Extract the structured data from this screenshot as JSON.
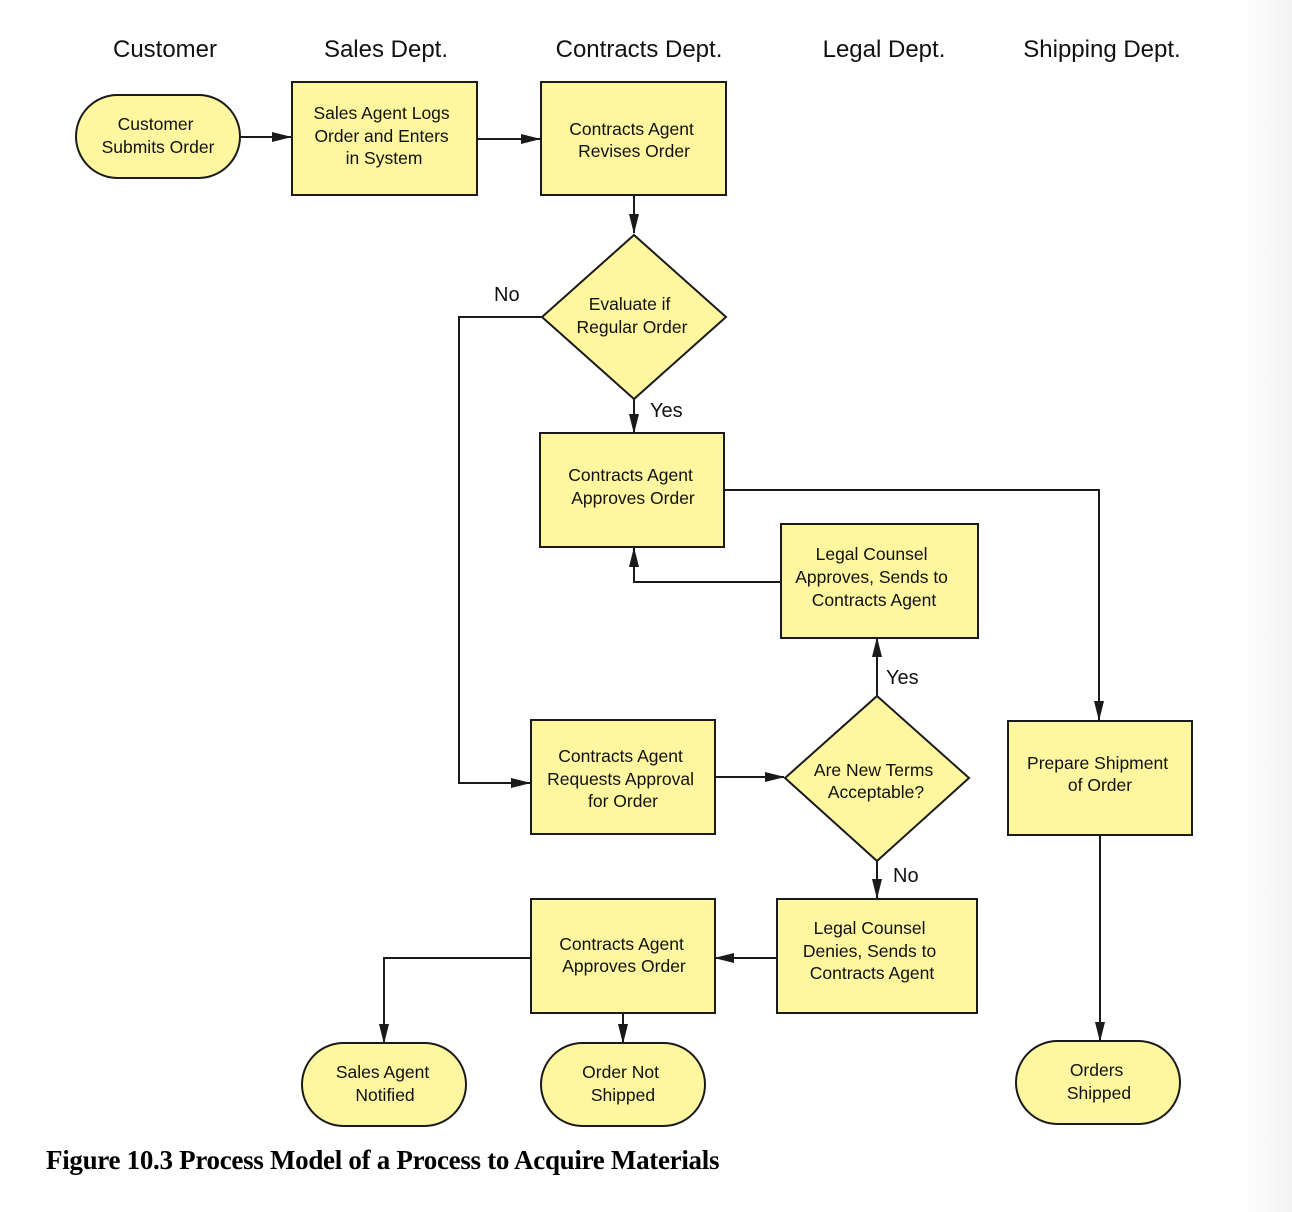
{
  "lanes": [
    "Customer",
    "Sales Dept.",
    "Contracts Dept.",
    "Legal Dept.",
    "Shipping Dept."
  ],
  "nodes": {
    "customer_submits": {
      "type": "terminal",
      "lines": [
        "Customer",
        "Submits Order"
      ]
    },
    "sales_logs": {
      "type": "process",
      "lines": [
        "Sales Agent Logs",
        "Order and Enters",
        "in System"
      ]
    },
    "contracts_revises": {
      "type": "process",
      "lines": [
        "Contracts Agent",
        "Revises Order"
      ]
    },
    "evaluate_regular": {
      "type": "decision",
      "lines": [
        "Evaluate if",
        "Regular Order"
      ]
    },
    "contracts_approves_1": {
      "type": "process",
      "lines": [
        "Contracts Agent",
        "Approves Order"
      ]
    },
    "legal_approves": {
      "type": "process",
      "lines": [
        "Legal Counsel",
        "Approves, Sends to",
        "Contracts Agent"
      ]
    },
    "contracts_requests": {
      "type": "process",
      "lines": [
        "Contracts Agent",
        "Requests Approval",
        "for Order"
      ]
    },
    "new_terms": {
      "type": "decision",
      "lines": [
        "Are New Terms",
        "Acceptable?"
      ]
    },
    "prepare_shipment": {
      "type": "process",
      "lines": [
        "Prepare Shipment",
        "of Order"
      ]
    },
    "legal_denies": {
      "type": "process",
      "lines": [
        "Legal Counsel",
        "Denies, Sends to",
        "Contracts Agent"
      ]
    },
    "contracts_approves_2": {
      "type": "process",
      "lines": [
        "Contracts Agent",
        "Approves Order"
      ]
    },
    "sales_notified": {
      "type": "terminal",
      "lines": [
        "Sales Agent",
        "Notified"
      ]
    },
    "order_not_shipped": {
      "type": "terminal",
      "lines": [
        "Order Not",
        "Shipped"
      ]
    },
    "orders_shipped": {
      "type": "terminal",
      "lines": [
        "Orders",
        "Shipped"
      ]
    }
  },
  "edge_labels": {
    "evaluate_no": "No",
    "evaluate_yes": "Yes",
    "terms_yes": "Yes",
    "terms_no": "No"
  },
  "edges": [
    {
      "from": "customer_submits",
      "to": "sales_logs"
    },
    {
      "from": "sales_logs",
      "to": "contracts_revises"
    },
    {
      "from": "contracts_revises",
      "to": "evaluate_regular"
    },
    {
      "from": "evaluate_regular",
      "to": "contracts_approves_1",
      "label": "Yes"
    },
    {
      "from": "evaluate_regular",
      "to": "contracts_requests",
      "label": "No"
    },
    {
      "from": "contracts_approves_1",
      "to": "prepare_shipment"
    },
    {
      "from": "legal_approves",
      "to": "contracts_approves_1"
    },
    {
      "from": "contracts_requests",
      "to": "new_terms"
    },
    {
      "from": "new_terms",
      "to": "legal_approves",
      "label": "Yes"
    },
    {
      "from": "new_terms",
      "to": "legal_denies",
      "label": "No"
    },
    {
      "from": "legal_denies",
      "to": "contracts_approves_2"
    },
    {
      "from": "contracts_approves_2",
      "to": "sales_notified"
    },
    {
      "from": "contracts_approves_2",
      "to": "order_not_shipped"
    },
    {
      "from": "prepare_shipment",
      "to": "orders_shipped"
    }
  ],
  "caption": "Figure 10.3 Process Model of a Process to Acquire Materials"
}
